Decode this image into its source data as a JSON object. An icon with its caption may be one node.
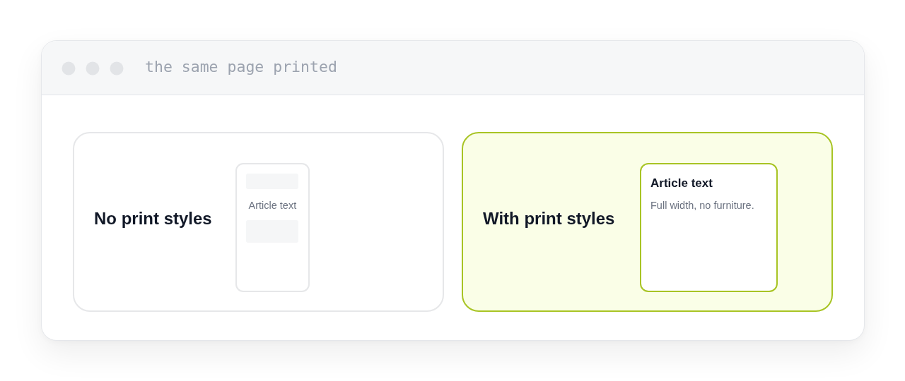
{
  "diagram": {
    "title": "the same page printed",
    "nodes": [
      {
        "text": [
          "No print styles"
        ]
      },
      {
        "text": [
          "Article text"
        ],
        "in": 0
      },
      {
        "text": [
          "With print styles"
        ]
      },
      {
        "text": [
          "Article text",
          "Full width, no furniture."
        ],
        "in": 2
      }
    ]
  }
}
